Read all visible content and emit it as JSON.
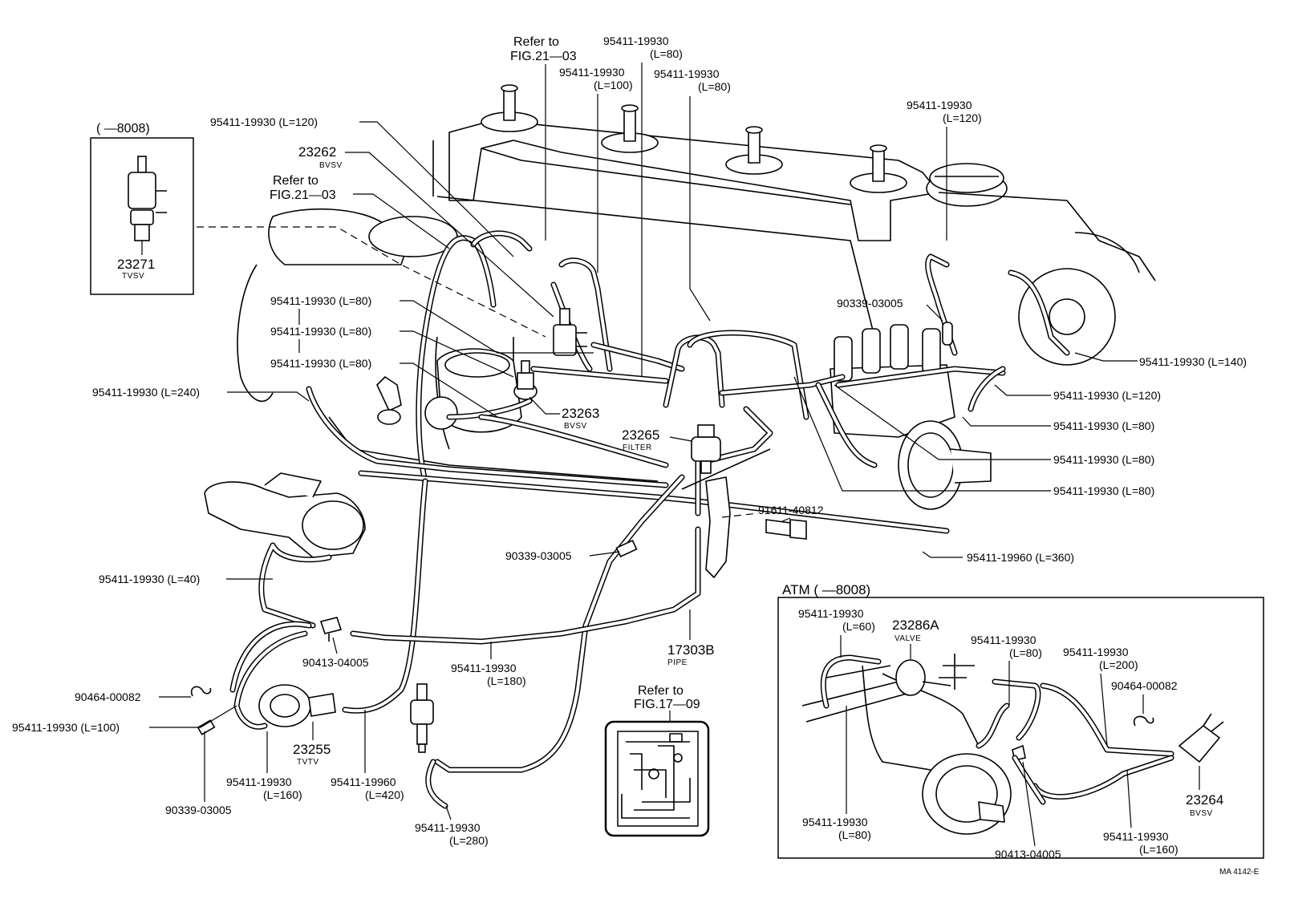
{
  "labels": {
    "l_refer_a": "Refer to",
    "l_fig_a": "FIG.21—03",
    "l_p1": "95411-19930",
    "l_p1l": "(L=80)",
    "l_p2": "95411-19930",
    "l_p2l": "(L=100)",
    "l_p3": "95411-19930",
    "l_p3l": "(L=80)",
    "l_p120a": "95411-19930 (L=120)",
    "l_23262": "23262",
    "l_23262s": "BVSV",
    "l_refer_b": "Refer to",
    "l_fig_b": "FIG.21—03",
    "l_tvsv_hdr": "(        —8008)",
    "l_23271": "23271",
    "l_23271s": "TVSV",
    "l_80a": "95411-19930 (L=80)",
    "l_80b": "95411-19930 (L=80)",
    "l_80c": "95411-19930 (L=80)",
    "l_240": "95411-19930 (L=240)",
    "l_23263": "23263",
    "l_23263s": "BVSV",
    "l_23265": "23265",
    "l_23265s": "FILTER",
    "l_rt120": "95411-19930",
    "l_rt120l": "(L=120)",
    "l_90339a": "90339-03005",
    "l_140": "95411-19930 (L=140)",
    "l_120b": "95411-19930 (L=120)",
    "l_80d": "95411-19930 (L=80)",
    "l_80e": "95411-19930 (L=80)",
    "l_80f": "95411-19930 (L=80)",
    "l_91611": "91611-40812",
    "l_90339b": "90339-03005",
    "l_360": "95411-19960 (L=360)",
    "l_40": "95411-19930 (L=40)",
    "l_90413a": "90413-04005",
    "l_180a": "95411-19930",
    "l_180b": "(L=180)",
    "l_17303": "17303B",
    "l_17303s": "PIPE",
    "l_90464a": "90464-00082",
    "l_100": "95411-19930 (L=100)",
    "l_23255": "23255",
    "l_23255s": "TVTV",
    "l_160a": "95411-19930",
    "l_160b": "(L=160)",
    "l_420a": "95411-19960",
    "l_420b": "(L=420)",
    "l_90339c": "90339-03005",
    "l_280a": "95411-19930",
    "l_280b": "(L=280)",
    "l_refer_c": "Refer to",
    "l_fig_c": "FIG.17—09",
    "l_atm": "ATM (        —8008)",
    "l_i60a": "95411-19930",
    "l_i60b": "(L=60)",
    "l_23286": "23286A",
    "l_23286s": "VALVE",
    "l_i80a": "95411-19930",
    "l_i80b": "(L=80)",
    "l_i200a": "95411-19930",
    "l_i200b": "(L=200)",
    "l_90464b": "90464-00082",
    "l_23264": "23264",
    "l_23264s": "BVSV",
    "l_i80c": "95411-19930",
    "l_i80d": "(L=80)",
    "l_90413b": "90413-04005",
    "l_i160a": "95411-19930",
    "l_i160b": "(L=160)",
    "l_ma": "MA  4142-E"
  }
}
